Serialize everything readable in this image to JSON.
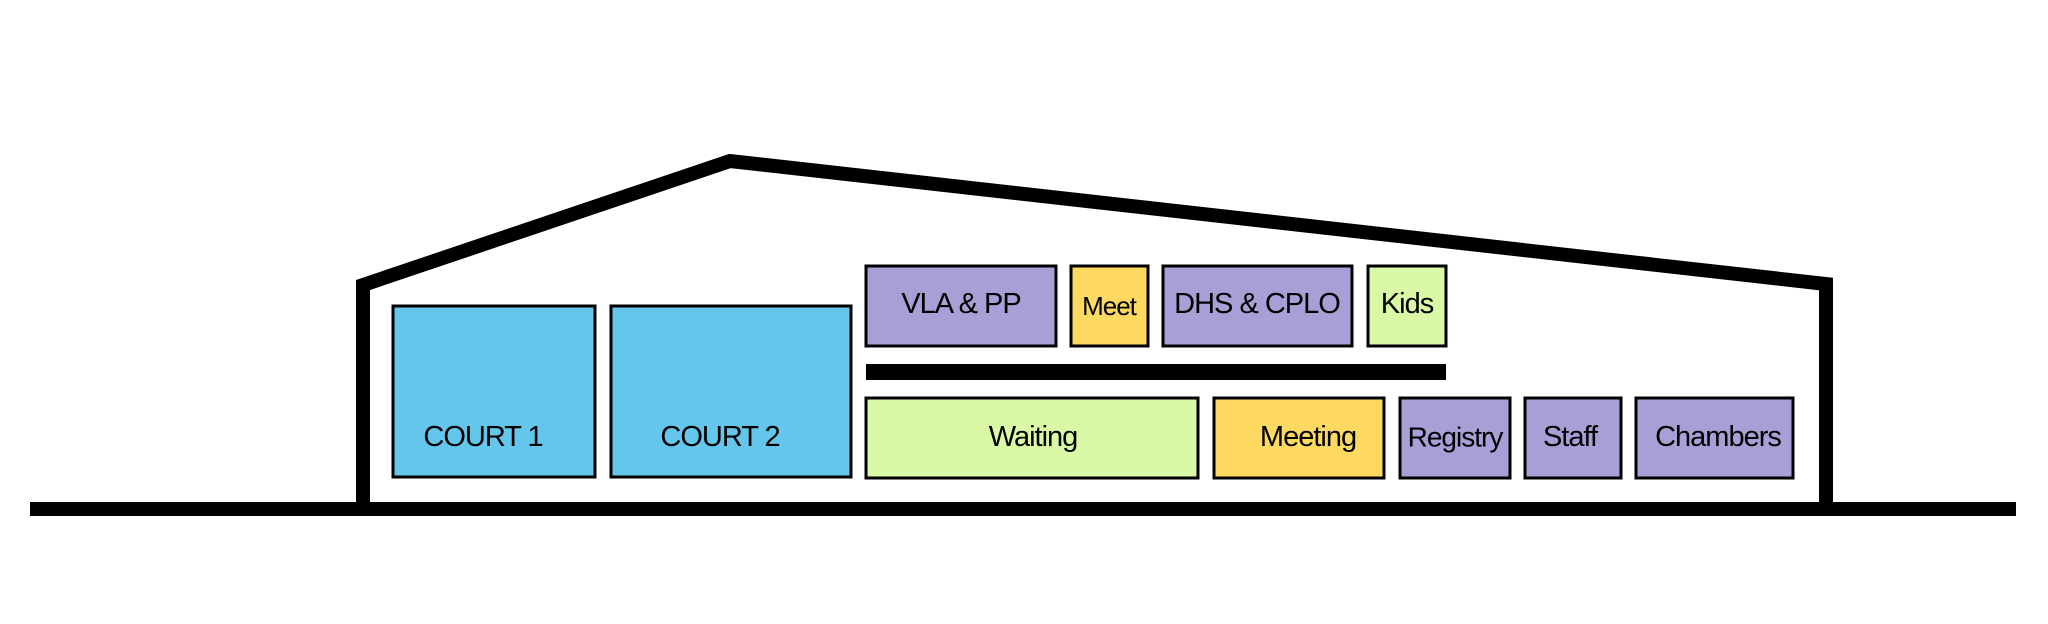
{
  "colors": {
    "court": "#63C6EA",
    "support": "#A99FD6",
    "meeting": "#FDD962",
    "public": "#DAF9A7",
    "outline": "#000000",
    "background": "#FFFFFF"
  },
  "rooms": {
    "court1": {
      "label": "COURT 1",
      "category": "court"
    },
    "court2": {
      "label": "COURT 2",
      "category": "court"
    },
    "vla_pp": {
      "label": "VLA & PP",
      "category": "support"
    },
    "meet": {
      "label": "Meet",
      "category": "meeting"
    },
    "dhs_cplo": {
      "label": "DHS & CPLO",
      "category": "support"
    },
    "kids": {
      "label": "Kids",
      "category": "public"
    },
    "waiting": {
      "label": "Waiting",
      "category": "public"
    },
    "meeting": {
      "label": "Meeting",
      "category": "meeting"
    },
    "registry": {
      "label": "Registry",
      "category": "support"
    },
    "staff": {
      "label": "Staff",
      "category": "support"
    },
    "chambers": {
      "label": "Chambers",
      "category": "support"
    }
  }
}
